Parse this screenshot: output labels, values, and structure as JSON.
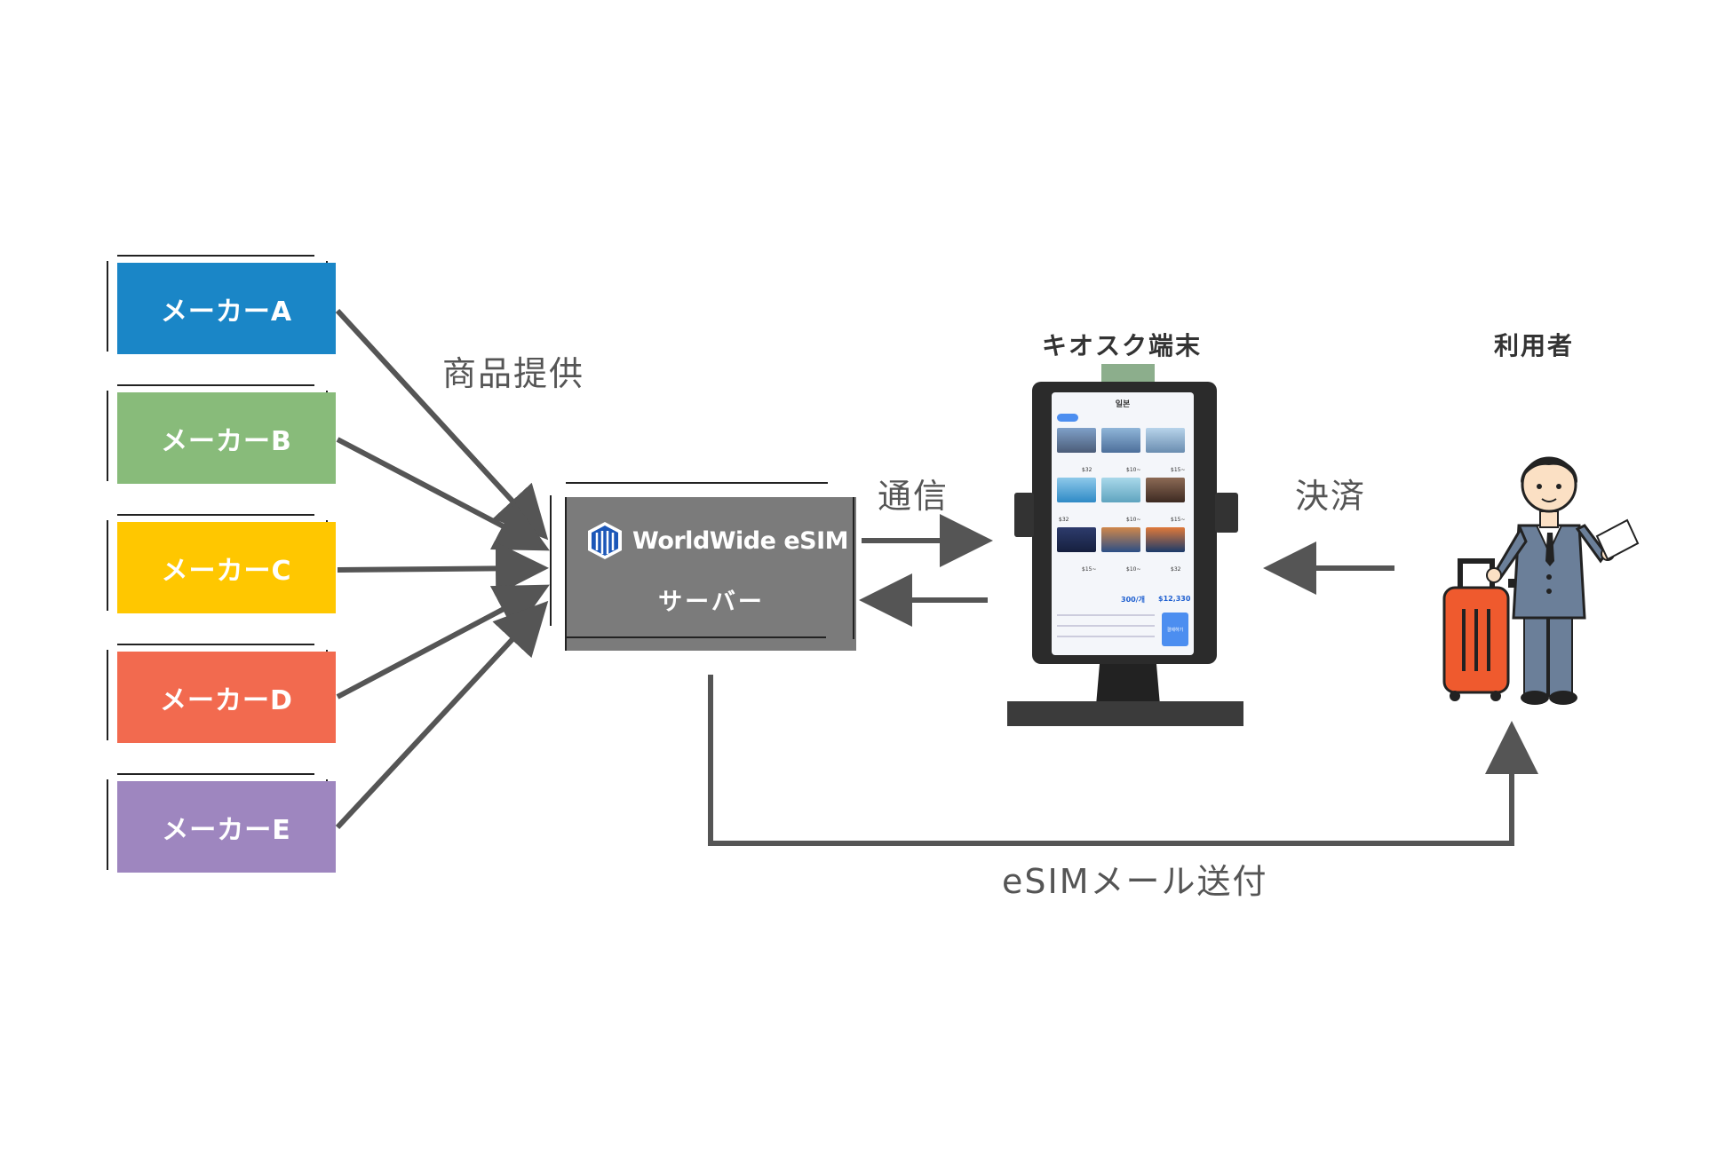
{
  "makers": [
    {
      "label": "メーカーA",
      "color": "#1a86c7"
    },
    {
      "label": "メーカーB",
      "color": "#88bb7a"
    },
    {
      "label": "メーカーC",
      "color": "#ffc700"
    },
    {
      "label": "メーカーD",
      "color": "#f26a4f"
    },
    {
      "label": "メーカーE",
      "color": "#9e86bf"
    }
  ],
  "labels": {
    "product_supply": "商品提供",
    "communication": "通信",
    "payment": "決済",
    "esim_mail": "eSIMメール送付"
  },
  "server": {
    "logo_text": "WorldWide eSIM",
    "caption": "サーバー",
    "color": "#7b7b7b"
  },
  "kiosk": {
    "heading": "キオスク端末",
    "screen_title": "일본",
    "prices": [
      "$32",
      "$10~",
      "$15~",
      "$32",
      "$10~",
      "$15~",
      "$15~",
      "$10~",
      "$32"
    ],
    "total_count": "300/개",
    "total_price": "$12,330",
    "pay_button": "결제하기"
  },
  "user": {
    "heading": "利用者"
  },
  "colors": {
    "arrow": "#555555",
    "luggage": "#ef5a2e",
    "suit": "#6b7f99"
  }
}
